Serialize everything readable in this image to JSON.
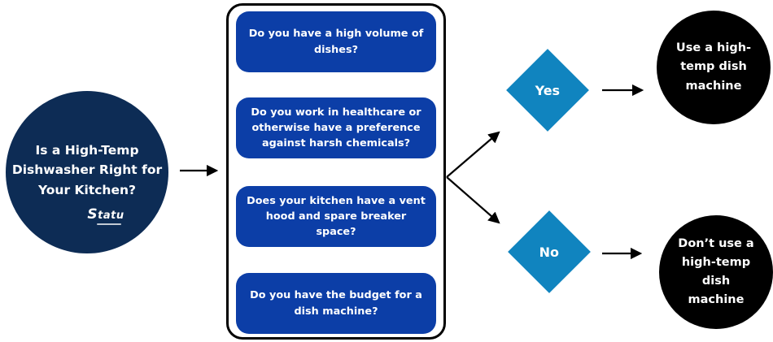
{
  "start": {
    "title": "Is a High-Temp Dishwasher Right for Your Kitchen?",
    "logo_text": "Statu"
  },
  "questions": [
    "Do you have a high volume of dishes?",
    "Do you work in healthcare or otherwise have a preference against harsh chemicals?",
    "Does your kitchen have a vent hood and spare breaker space?",
    "Do you have the budget for a dish machine?"
  ],
  "decisions": [
    {
      "label": "Yes"
    },
    {
      "label": "No"
    }
  ],
  "outcomes": [
    {
      "text": "Use a high-temp dish machine"
    },
    {
      "text": "Don’t use a high-temp dish machine"
    }
  ],
  "colors": {
    "start_circle": "#0d2c55",
    "question_box": "#0c3ea7",
    "decision_diamond": "#1084bf",
    "outcome_circle": "#000000",
    "text": "#ffffff"
  }
}
